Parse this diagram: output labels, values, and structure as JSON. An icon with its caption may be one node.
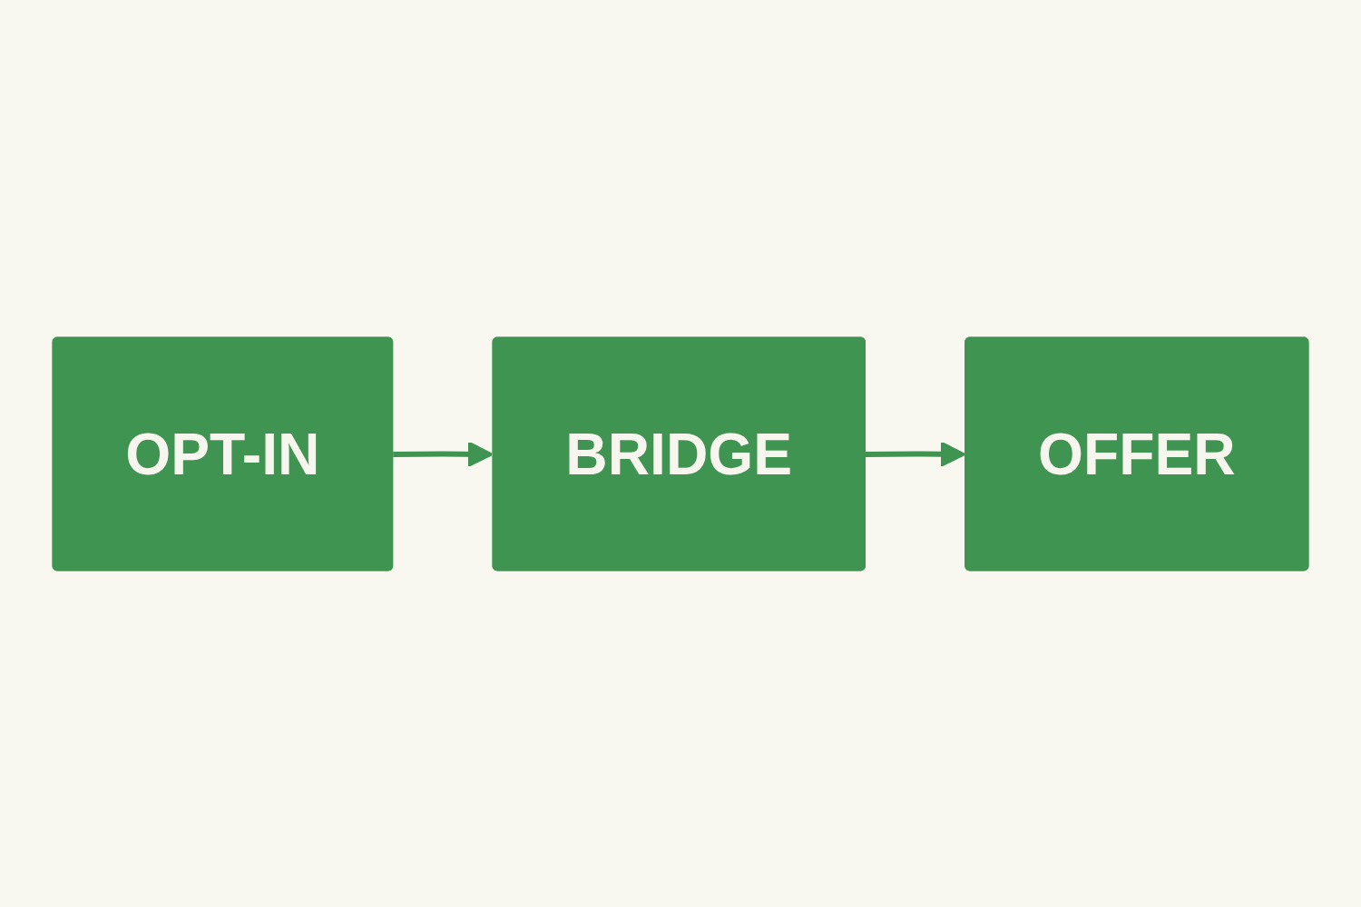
{
  "diagram": {
    "nodes": [
      {
        "text": [
          "OPT-IN"
        ]
      },
      {
        "text": [
          "BRIDGE"
        ]
      },
      {
        "text": [
          "OFFER"
        ]
      }
    ],
    "edges": [
      {
        "from": 0,
        "to": 1,
        "arrow": "to"
      },
      {
        "from": 1,
        "to": 2,
        "arrow": "to"
      }
    ]
  }
}
